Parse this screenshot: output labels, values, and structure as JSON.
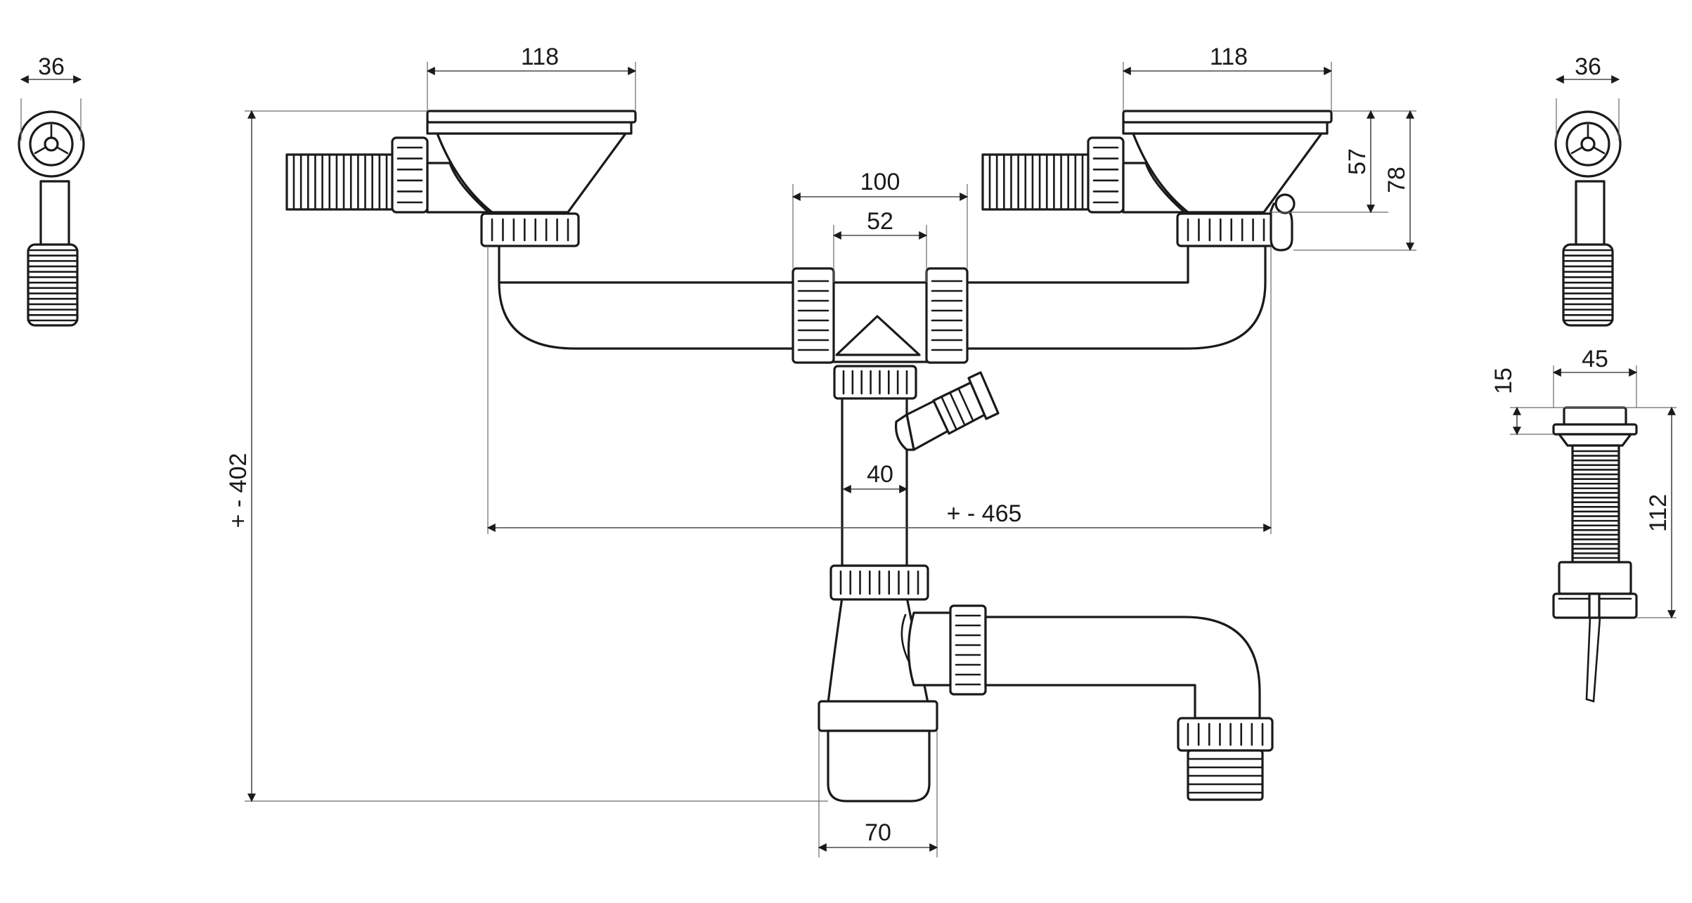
{
  "dimensions": {
    "left_side_width": "36",
    "right_side_width": "36",
    "left_basket_width": "118",
    "right_basket_width": "118",
    "tee_outer": "100",
    "tee_inner": "52",
    "pipe_diameter": "40",
    "total_width": "+ - 465",
    "total_height": "+ - 402",
    "trap_width": "70",
    "basket_height_a": "57",
    "basket_height_b": "78",
    "plug_width": "45",
    "plug_cap_height": "15",
    "plug_height": "112"
  },
  "colors": {
    "line": "#1a1a1a",
    "dimension_line": "#4a4a4a",
    "background": "#ffffff"
  }
}
